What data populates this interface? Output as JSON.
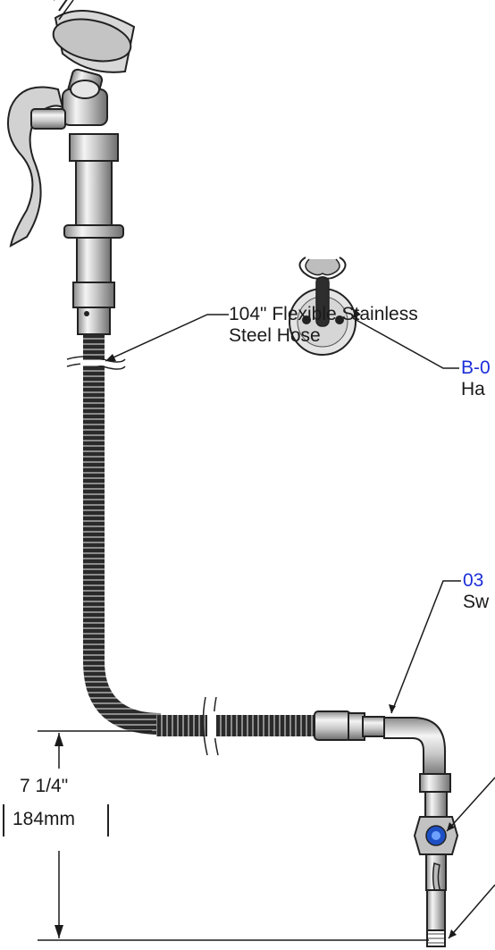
{
  "callouts": {
    "hose_line1": "104\" Flexible Stainless",
    "hose_line2": "Steel Hose",
    "hanger_line1": "B-0",
    "hanger_line2": "Ha",
    "swivel_line1": "03",
    "swivel_line2": "Sw"
  },
  "dimension": {
    "imperial": "7 1/4\"",
    "metric": "184mm"
  },
  "colors": {
    "link": "#1b2fd9",
    "line": "#1a1a1a"
  }
}
